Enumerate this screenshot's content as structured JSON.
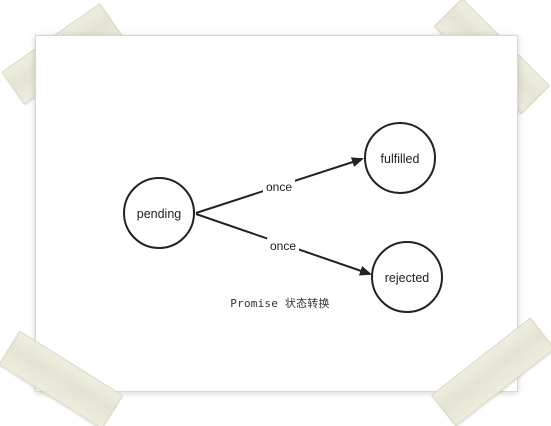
{
  "diagram": {
    "nodes": [
      {
        "id": "pending",
        "label": "pending"
      },
      {
        "id": "fulfilled",
        "label": "fulfilled"
      },
      {
        "id": "rejected",
        "label": "rejected"
      }
    ],
    "edges": [
      {
        "from": "pending",
        "to": "fulfilled",
        "label": "once"
      },
      {
        "from": "pending",
        "to": "rejected",
        "label": "once"
      }
    ],
    "caption": "Promise 状态转换"
  },
  "colors": {
    "stroke": "#222222",
    "tape": "#e6e5d4",
    "paper_border": "#d7d7d7"
  }
}
